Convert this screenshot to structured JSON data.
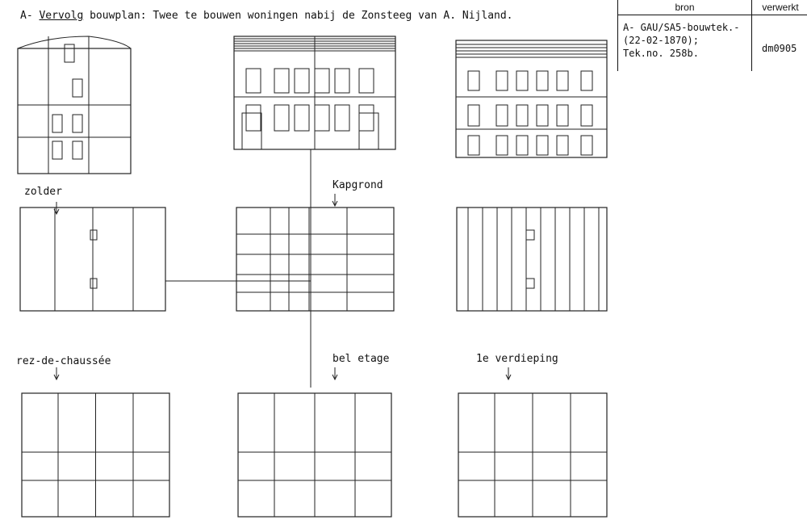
{
  "title": {
    "prefix": "A- ",
    "underlined": "Vervolg",
    "rest": " bouwplan: Twee te bouwen woningen nabij de Zonsteeg van A. Nijland."
  },
  "table": {
    "headers": [
      "bron",
      "verwerkt"
    ],
    "source_lines": [
      "A- GAU/SA5-bouwtek.-",
      "(22-02-1870);",
      "Tek.no. 258b."
    ],
    "processed": "dm0905"
  },
  "labels": {
    "zolder": "zolder",
    "kapgrond": "Kapgrond",
    "rez": "rez-de-chaussée",
    "bel": "bel etage",
    "verdieping": "1e verdieping"
  }
}
